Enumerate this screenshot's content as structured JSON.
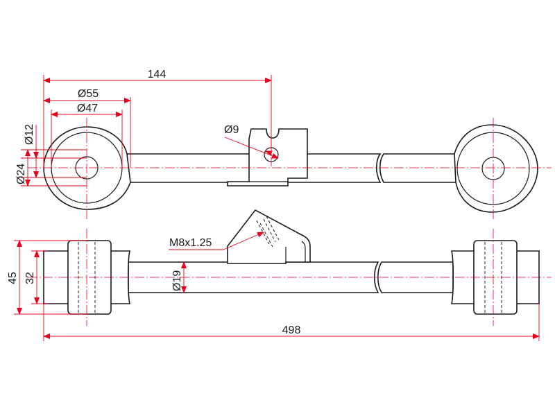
{
  "colors": {
    "dimension": "#e8001c",
    "outline": "#1a1a1a",
    "background": "#ffffff"
  },
  "dimensions": {
    "length_144": "144",
    "dia_55": "Ø55",
    "dia_47": "Ø47",
    "dia_12": "Ø12",
    "dia_24": "Ø24",
    "dia_9": "Ø9",
    "thread": "M8x1.25",
    "height_45": "45",
    "height_32": "32",
    "dia_19": "Ø19",
    "length_498": "498"
  }
}
